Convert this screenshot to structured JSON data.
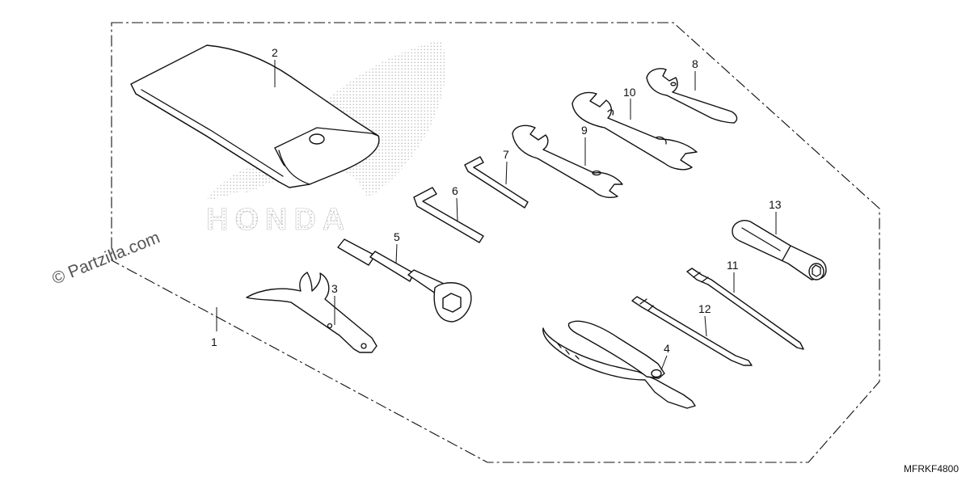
{
  "watermark": "© Partzilla.com",
  "logo_text": "HONDA",
  "diagram_code": "MFRKF4800",
  "callouts": {
    "c1": "1",
    "c2": "2",
    "c3": "3",
    "c4": "4",
    "c5": "5",
    "c6": "6",
    "c7": "7",
    "c8": "8",
    "c9": "9",
    "c10": "10",
    "c11": "11",
    "c12": "12",
    "c13": "13"
  }
}
